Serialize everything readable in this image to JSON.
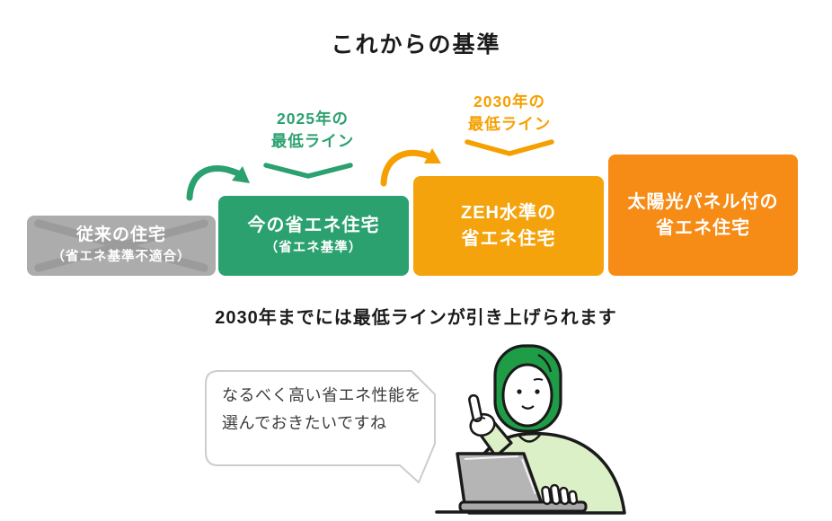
{
  "title": "これからの基準",
  "milestones": [
    {
      "line1": "2025年の",
      "line2": "最低ライン",
      "color": "#2ba16f"
    },
    {
      "line1": "2030年の",
      "line2": "最低ライン",
      "color": "#f5a000"
    }
  ],
  "steps": [
    {
      "line1": "従来の住宅",
      "line2": "（省エネ基準不適合）",
      "color": "#acacac",
      "crossed_out": true
    },
    {
      "line1": "今の省エネ住宅",
      "line2": "（省エネ基準）",
      "color": "#2ba16f",
      "crossed_out": false
    },
    {
      "line1": "ZEH水準の",
      "line2": "省エネ住宅",
      "color": "#f4a30c",
      "crossed_out": false
    },
    {
      "line1": "太陽光パネル付の",
      "line2": "省エネ住宅",
      "color": "#f68b15",
      "crossed_out": false
    }
  ],
  "caption": "2030年までには最低ラインが引き上げられます",
  "speech_bubble": {
    "line1": "なるべく高い省エネ性能を",
    "line2": "選んでおきたいですね"
  },
  "illustration": {
    "name": "woman-with-laptop-pointing-up"
  },
  "colors": {
    "green": "#2ba16f",
    "orange": "#f5a000",
    "zeh_box": "#f4a30c",
    "solar_box": "#f68b15",
    "gray_box": "#acacac",
    "cross": "#9b9b9b",
    "hair_green": "#1f9c46",
    "body_green": "#dcf0c8",
    "laptop_gray": "#b5b5b5"
  }
}
